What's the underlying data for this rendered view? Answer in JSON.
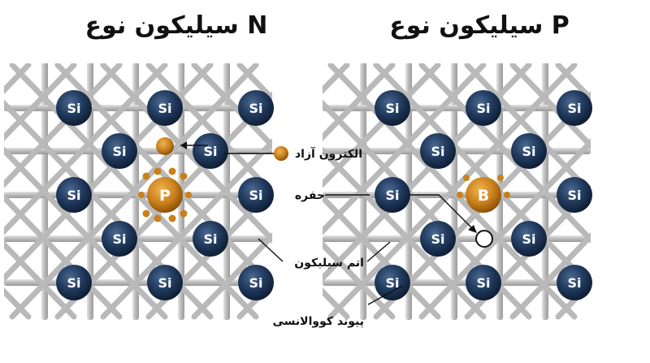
{
  "titles": {
    "n_type": "سیلیکون نوع N",
    "p_type": "سیلیکون نوع P"
  },
  "atoms": {
    "silicon": "Si",
    "n_dopant": "P",
    "p_dopant": "B"
  },
  "labels": {
    "free_electron": "الکترون آزاد",
    "hole": "حفره",
    "silicon_atom": "اتم سیلیکون",
    "covalent_bond": "پیوند کووالانسی"
  },
  "colors": {
    "silicon_atom": "#1f3556",
    "dopant_atom": "#c9801c",
    "bond": "#c4c4c4",
    "text": "#111111"
  }
}
